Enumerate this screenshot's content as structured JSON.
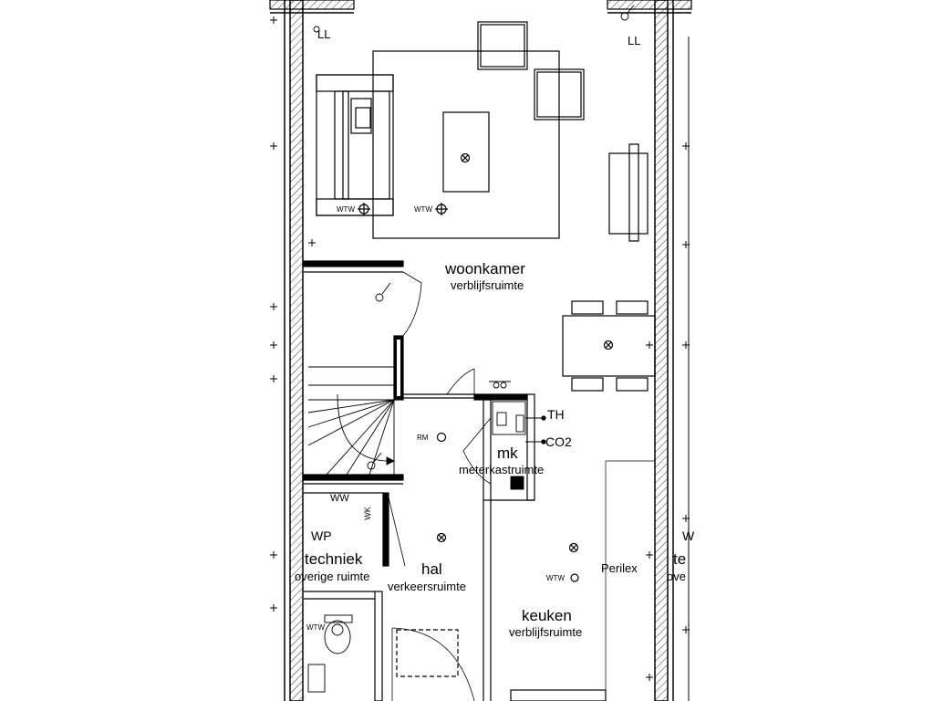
{
  "rooms": {
    "woonkamer": {
      "name": "woonkamer",
      "type": "verblijfsruimte"
    },
    "meterkast": {
      "name": "mk",
      "type": "meterkastruimte"
    },
    "techniek": {
      "name": "techniek",
      "type": "overige ruimte",
      "equipment": "WP"
    },
    "hal": {
      "name": "hal",
      "type": "verkeersruimte"
    },
    "keuken": {
      "name": "keuken",
      "type": "verblijfsruimte"
    },
    "techniek_neighbour": {
      "name": "te",
      "type": "ove",
      "equipment": "W"
    }
  },
  "symbols": {
    "ll_left": "LL",
    "ll_right": "LL",
    "wtw_sofa": "WTW",
    "wtw_living": "WTW",
    "wtw_kitchen": "WTW",
    "wtw_toilet": "WTW",
    "rm": "RM",
    "th": "TH",
    "co2": "CO2",
    "perilex": "Perilex",
    "ww": "WW",
    "wk": "WK"
  },
  "colors": {
    "line": "#000000",
    "background": "#ffffff"
  }
}
